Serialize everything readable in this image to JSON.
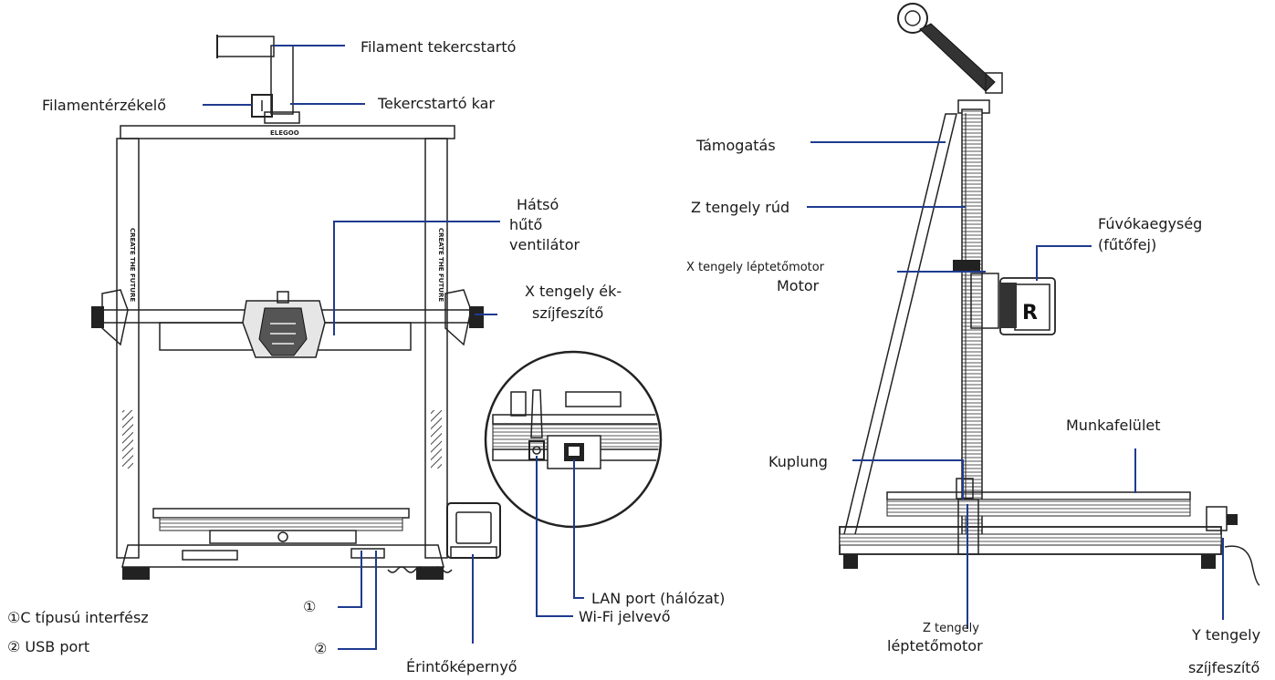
{
  "front_view": {
    "labels": {
      "spool_holder": "Filament tekercstartó",
      "spool_arm": "Tekercstartó kar",
      "filament_sensor": "Filamentérzékelő",
      "rear_fan_1": "Hátsó",
      "rear_fan_2": "hűtő",
      "rear_fan_3": "ventilátor",
      "x_belt_1": "X tengely ék-",
      "x_belt_2": "szíjfeszítő",
      "lan": "LAN port (hálózat)",
      "wifi": "Wi-Fi jelvevő",
      "touchscreen": "Érintőképernyő",
      "marker1": "①",
      "marker2": "②"
    },
    "legend": {
      "item1": "①C típusú interfész",
      "item2": "② USB port"
    },
    "printer_logo": "ELEGOO",
    "frame_text": "CREATE THE FUTURE"
  },
  "side_view": {
    "labels": {
      "support": "Támogatás",
      "z_rod": "Z tengely rúd",
      "x_motor_1": "X tengely léptetőmotor",
      "x_motor_2": "Motor",
      "nozzle_1": "Fúvókaegység",
      "nozzle_2": "(fűtőfej)",
      "bed": "Munkafelület",
      "coupling": "Kuplung",
      "z_motor_1": "Z tengely",
      "z_motor_2": "léptetőmotor",
      "y_belt_1": "Y tengely",
      "y_belt_2": "szíjfeszítő"
    },
    "head_letter": "R"
  },
  "colors": {
    "leader": "#1f3b8f",
    "ink": "#1a1a1a"
  }
}
